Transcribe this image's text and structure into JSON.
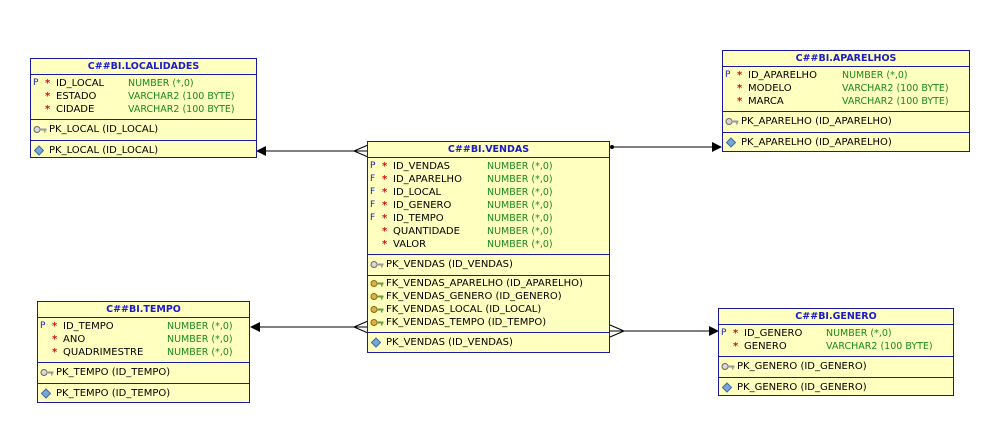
{
  "entities": {
    "localidades": {
      "title": "C##BI.LOCALIDADES",
      "columns": [
        {
          "flag": "P",
          "star": "*",
          "name": "ID_LOCAL",
          "type": "NUMBER (*,0)"
        },
        {
          "flag": "",
          "star": "*",
          "name": "ESTADO",
          "type": "VARCHAR2 (100 BYTE)"
        },
        {
          "flag": "",
          "star": "*",
          "name": "CIDADE",
          "type": "VARCHAR2 (100 BYTE)"
        }
      ],
      "keys": [
        "PK_LOCAL (ID_LOCAL)"
      ],
      "indexes": [
        "PK_LOCAL (ID_LOCAL)"
      ]
    },
    "aparelhos": {
      "title": "C##BI.APARELHOS",
      "columns": [
        {
          "flag": "P",
          "star": "*",
          "name": "ID_APARELHO",
          "type": "NUMBER (*,0)"
        },
        {
          "flag": "",
          "star": "*",
          "name": "MODELO",
          "type": "VARCHAR2 (100 BYTE)"
        },
        {
          "flag": "",
          "star": "*",
          "name": "MARCA",
          "type": "VARCHAR2 (100 BYTE)"
        }
      ],
      "keys": [
        "PK_APARELHO (ID_APARELHO)"
      ],
      "indexes": [
        "PK_APARELHO (ID_APARELHO)"
      ]
    },
    "vendas": {
      "title": "C##BI.VENDAS",
      "columns": [
        {
          "flag": "P",
          "star": "*",
          "name": "ID_VENDAS",
          "type": "NUMBER (*,0)"
        },
        {
          "flag": "F",
          "star": "*",
          "name": "ID_APARELHO",
          "type": "NUMBER (*,0)"
        },
        {
          "flag": "F",
          "star": "*",
          "name": "ID_LOCAL",
          "type": "NUMBER (*,0)"
        },
        {
          "flag": "F",
          "star": "*",
          "name": "ID_GENERO",
          "type": "NUMBER (*,0)"
        },
        {
          "flag": "F",
          "star": "*",
          "name": "ID_TEMPO",
          "type": "NUMBER (*,0)"
        },
        {
          "flag": "",
          "star": "*",
          "name": "QUANTIDADE",
          "type": "NUMBER (*,0)"
        },
        {
          "flag": "",
          "star": "*",
          "name": "VALOR",
          "type": "NUMBER (*,0)"
        }
      ],
      "keys": [
        "PK_VENDAS (ID_VENDAS)"
      ],
      "foreign_keys": [
        "FK_VENDAS_APARELHO (ID_APARELHO)",
        "FK_VENDAS_GENERO (ID_GENERO)",
        "FK_VENDAS_LOCAL (ID_LOCAL)",
        "FK_VENDAS_TEMPO (ID_TEMPO)"
      ],
      "indexes": [
        "PK_VENDAS (ID_VENDAS)"
      ]
    },
    "tempo": {
      "title": "C##BI.TEMPO",
      "columns": [
        {
          "flag": "P",
          "star": "*",
          "name": "ID_TEMPO",
          "type": "NUMBER (*,0)"
        },
        {
          "flag": "",
          "star": "*",
          "name": "ANO",
          "type": "NUMBER (*,0)"
        },
        {
          "flag": "",
          "star": "*",
          "name": "QUADRIMESTRE",
          "type": "NUMBER (*,0)"
        }
      ],
      "keys": [
        "PK_TEMPO (ID_TEMPO)"
      ],
      "indexes": [
        "PK_TEMPO (ID_TEMPO)"
      ]
    },
    "genero": {
      "title": "C##BI.GENERO",
      "columns": [
        {
          "flag": "P",
          "star": "*",
          "name": "ID_GENERO",
          "type": "NUMBER (*,0)"
        },
        {
          "flag": "",
          "star": "*",
          "name": "GENERO",
          "type": "VARCHAR2 (100 BYTE)"
        }
      ],
      "keys": [
        "PK_GENERO (ID_GENERO)"
      ],
      "indexes": [
        "PK_GENERO (ID_GENERO)"
      ]
    }
  },
  "colors": {
    "entity_fill": "#ffffc0",
    "border": "#1a1aa0",
    "title_text": "#1a1ad0",
    "type_text": "#1a8a1a",
    "mandatory_star": "#d01010"
  }
}
